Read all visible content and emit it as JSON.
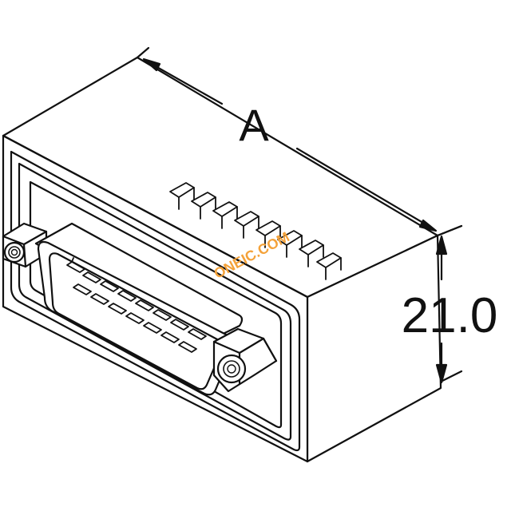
{
  "diagram": {
    "dimension_width_label": "A",
    "dimension_height_label": "21.0",
    "watermark_text": "ONEIC.COM",
    "colors": {
      "line": "#111111",
      "body_fill": "#ffffff",
      "watermark": "#f4a23a"
    }
  }
}
